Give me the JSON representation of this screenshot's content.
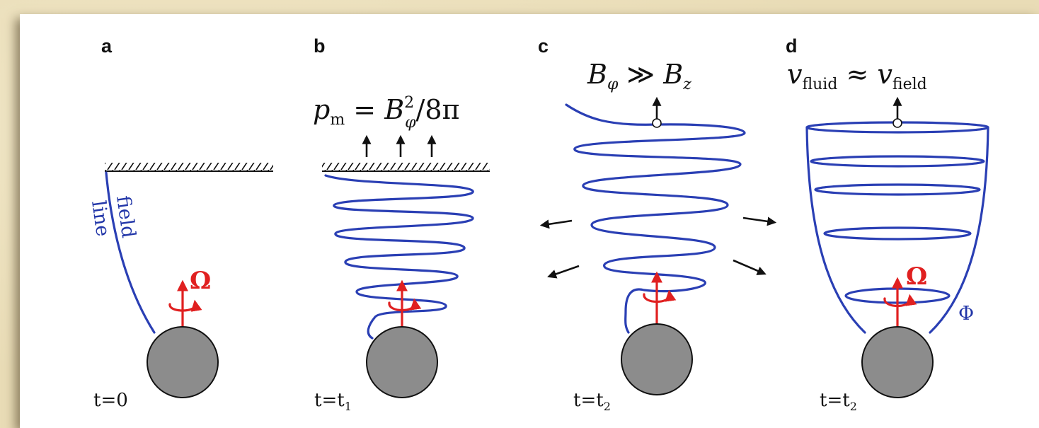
{
  "panels": {
    "a": {
      "letter": "a",
      "time": "t=0",
      "field_word1": "field",
      "field_word2": "line"
    },
    "b": {
      "letter": "b",
      "time_main": "t=t",
      "time_sub": "1",
      "eq_p": "p",
      "eq_p_sub": "m",
      "eq_eq": " = ",
      "eq_B": "B",
      "eq_B_sup": "2",
      "eq_B_sub": "φ",
      "eq_rest": "/8π"
    },
    "c": {
      "letter": "c",
      "time_main": "t=t",
      "time_sub": "2",
      "eq_B1": "B",
      "eq_B1_sub": "φ",
      "eq_op": " ≫ ",
      "eq_B2": "B",
      "eq_B2_sub": "z"
    },
    "d": {
      "letter": "d",
      "time_main": "t=t",
      "time_sub": "2",
      "eq_v1": "v",
      "eq_v1_sub": "fluid",
      "eq_op": " ≈ ",
      "eq_v2": "v",
      "eq_v2_sub": "field",
      "phi": "Φ"
    }
  },
  "omega_symbol": "Ω",
  "colors": {
    "field": "#2a3fb4",
    "rotation": "#e02020",
    "star": "#8c8c8c",
    "background": "#e9dcb6"
  }
}
